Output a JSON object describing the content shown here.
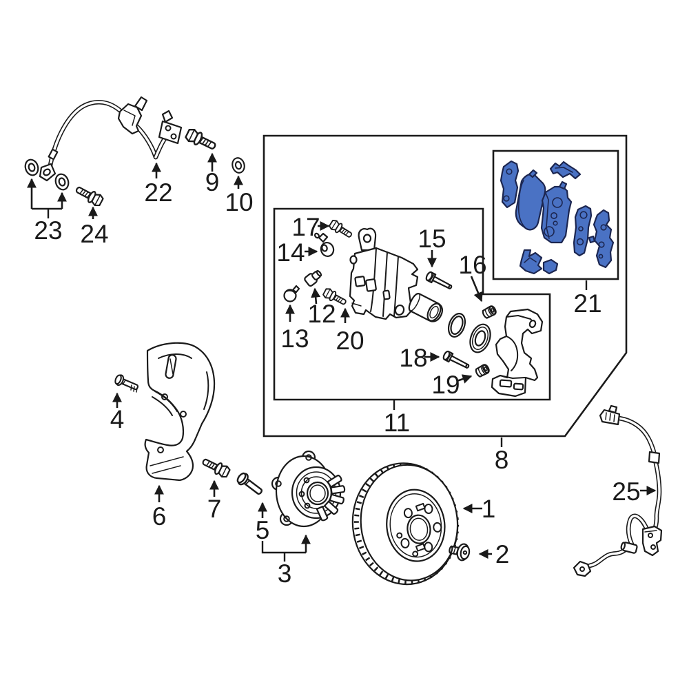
{
  "figure": {
    "kind": "exploded-parts-diagram",
    "background_color": "#ffffff",
    "line_color": "#1a1a1a",
    "highlight_fill": "#4a72c4",
    "highlight_outline": "#1c2650"
  },
  "callouts": {
    "c1": "1",
    "c2": "2",
    "c3": "3",
    "c4": "4",
    "c5": "5",
    "c6": "6",
    "c7": "7",
    "c8": "8",
    "c9": "9",
    "c10": "10",
    "c11": "11",
    "c12": "12",
    "c13": "13",
    "c14": "14",
    "c15": "15",
    "c16": "16",
    "c17": "17",
    "c18": "18",
    "c19": "19",
    "c20": "20",
    "c21": "21",
    "c22": "22",
    "c23": "23",
    "c24": "24",
    "c25": "25"
  }
}
